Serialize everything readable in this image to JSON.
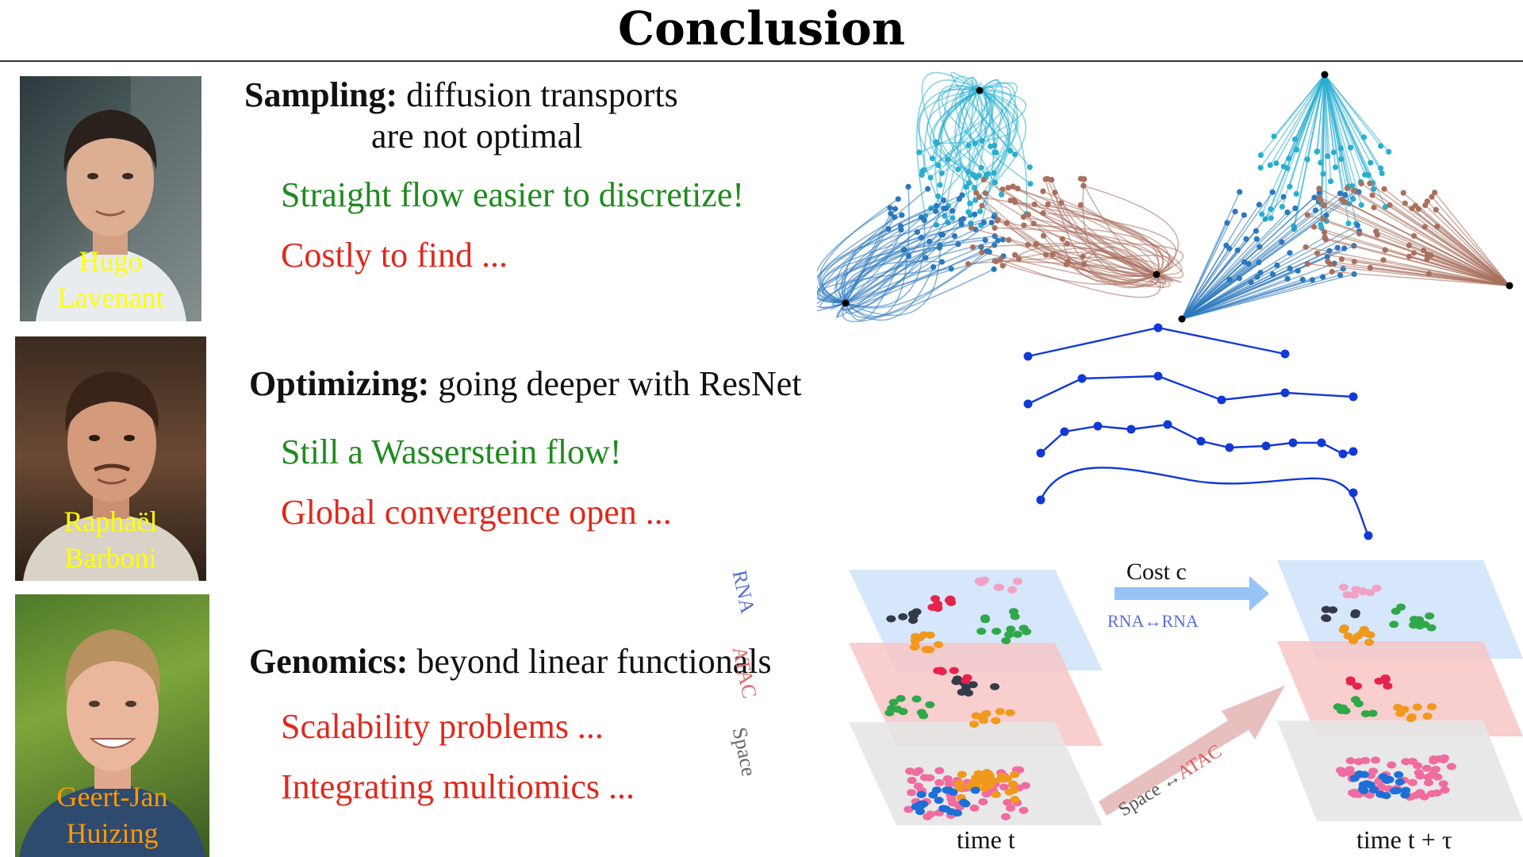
{
  "title": "Conclusion",
  "people": [
    {
      "name_line1": "Hugo",
      "name_line2": "Lavenant",
      "name_color": "#ffff00"
    },
    {
      "name_line1": "Raphaël",
      "name_line2": "Barboni",
      "name_color": "#ffff00"
    },
    {
      "name_line1": "Geert-Jan",
      "name_line2": "Huizing",
      "name_color": "#ff9900"
    }
  ],
  "sections": {
    "sampling": {
      "heading": "Sampling:",
      "text_line1": "diffusion transports",
      "text_line2": "are not optimal",
      "pro": "Straight flow easier to discretize!",
      "con": "Costly to find ..."
    },
    "optimizing": {
      "heading": "Optimizing:",
      "text": "going deeper with ResNet",
      "pro": "Still a Wasserstein flow!",
      "con": "Global convergence open ..."
    },
    "genomics": {
      "heading": "Genomics:",
      "text": "beyond linear functionals",
      "con1": "Scalability problems ...",
      "con2": "Integrating multiomics ..."
    }
  },
  "genomics_figure": {
    "layer_rna": "RNA",
    "layer_atac": "ATAC",
    "layer_space": "Space",
    "cost_label": "Cost c",
    "rna_arrow": "RNA↔RNA",
    "space_arrow_a": "Space ↔",
    "space_arrow_b": "ATAC",
    "time_left": "time t",
    "time_right": "time t + τ"
  },
  "colors": {
    "pro": "#1f8a1f",
    "con": "#e0281c",
    "flow_cyan": "#2aaed0",
    "flow_blue": "#2c78bd",
    "flow_brown": "#a9705e",
    "resnet_blue": "#1238d6"
  }
}
